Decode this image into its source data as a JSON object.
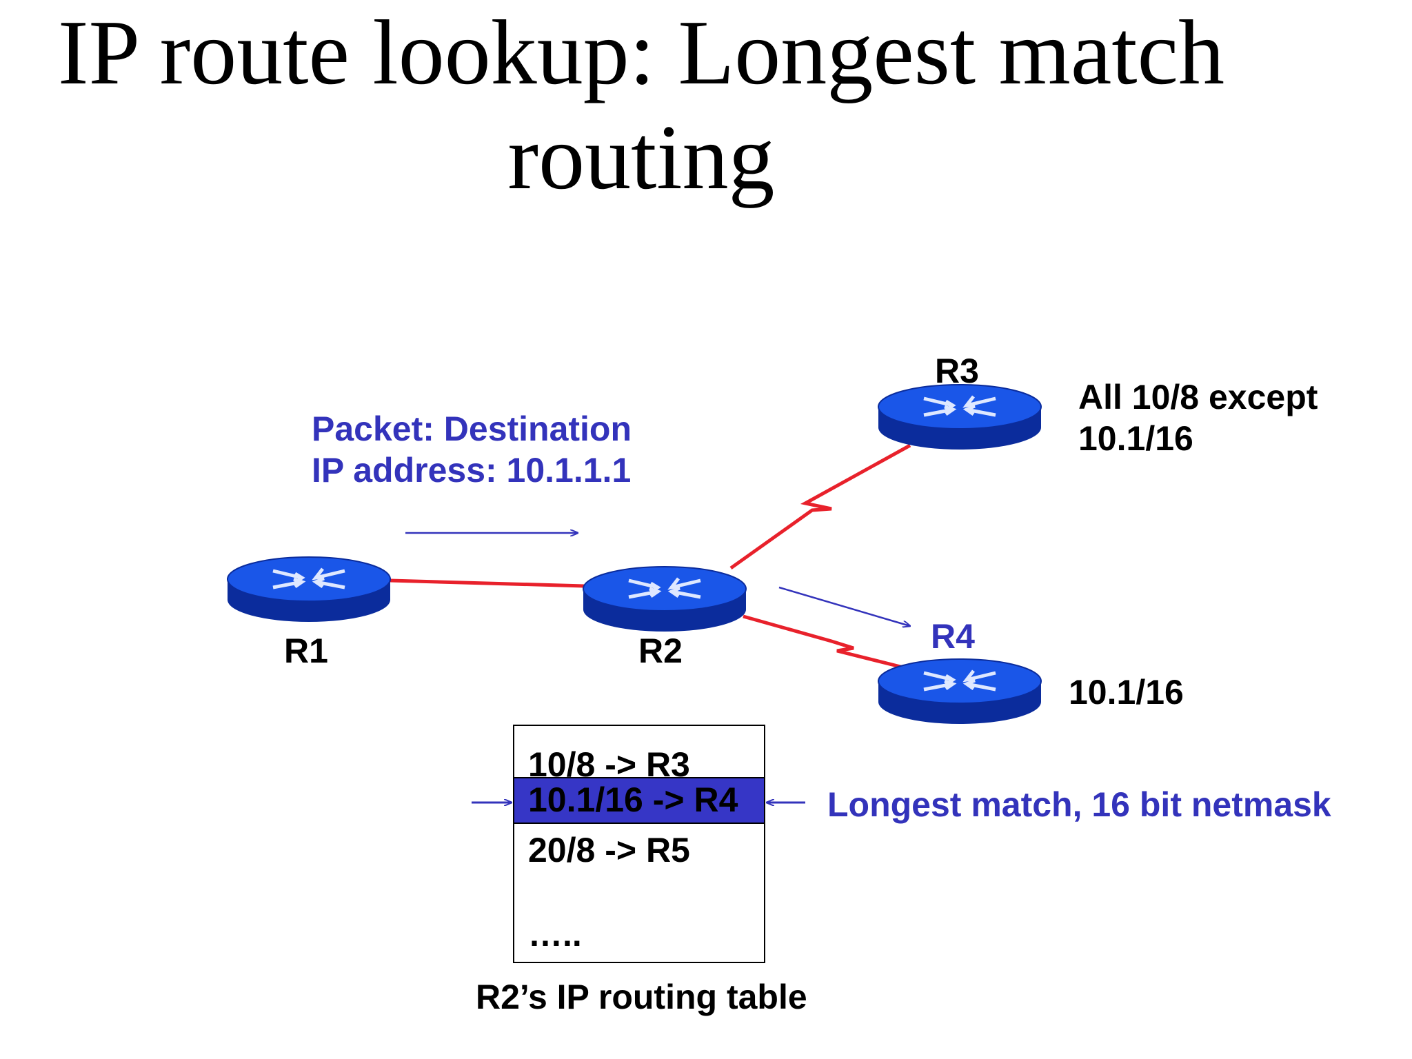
{
  "title": {
    "line1": "IP route lookup: Longest match",
    "line2": "routing"
  },
  "routers": {
    "r1": "R1",
    "r2": "R2",
    "r3": "R3",
    "r4": "R4"
  },
  "packet": {
    "line1": "Packet: Destination",
    "line2": "IP address: 10.1.1.1"
  },
  "r3_prefix": {
    "line1": "All 10/8 except",
    "line2": "10.1/16"
  },
  "r4_prefix": "10.1/16",
  "routing_table": {
    "rows": [
      "10/8 -> R3",
      "10.1/16 -> R4",
      "20/8 -> R5",
      "….."
    ],
    "highlighted_row": 1,
    "caption": "R2’s IP routing table"
  },
  "annotation": "Longest match, 16 bit netmask",
  "colors": {
    "router_blue": "#1a56e8",
    "router_dark": "#0b2c9c",
    "link_red": "#e8212b",
    "annotation_blue": "#3333bb",
    "highlight_blue": "#3636c6"
  }
}
